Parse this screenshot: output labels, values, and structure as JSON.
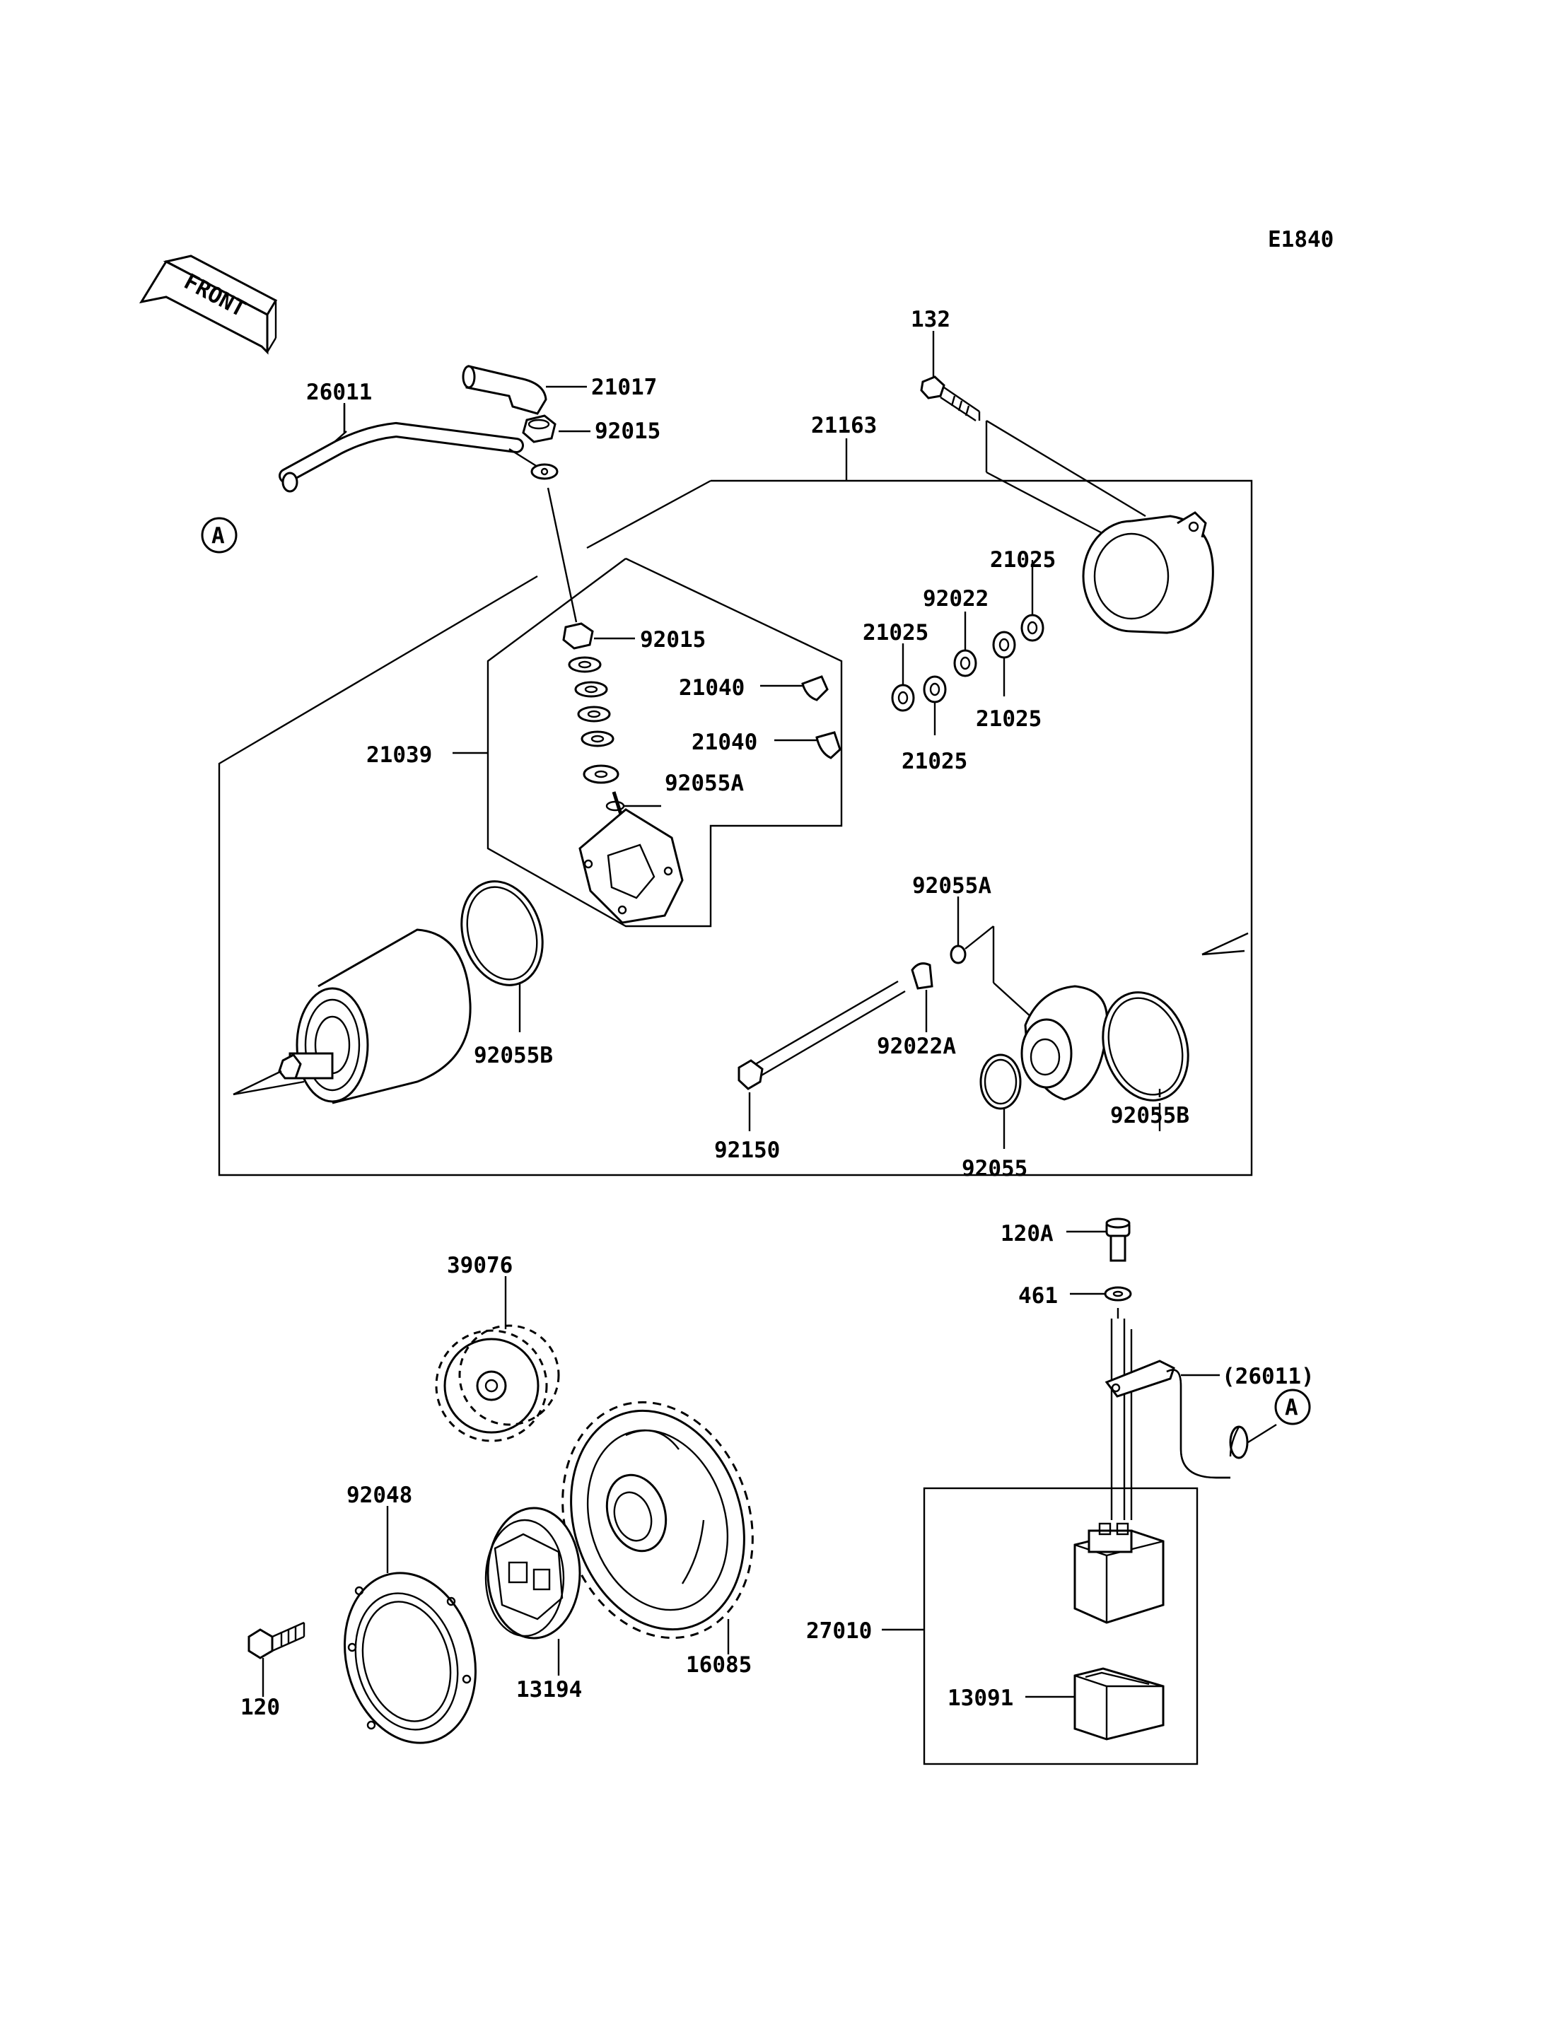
{
  "diagram_id": "E1840",
  "front_label": "FRONT",
  "callouts": {
    "c26011": "26011",
    "c21017": "21017",
    "c92015_top": "92015",
    "c92015_mid": "92015",
    "c21163": "21163",
    "c132": "132",
    "c21025_a": "21025",
    "c92022": "92022",
    "c21025_b": "21025",
    "c21025_c": "21025",
    "c21025_d": "21025",
    "c21040_a": "21040",
    "c21040_b": "21040",
    "c21039": "21039",
    "c92055A_a": "92055A",
    "c92055A_b": "92055A",
    "c92055B_a": "92055B",
    "c92022A": "92022A",
    "c92055B_b": "92055B",
    "c92150": "92150",
    "c92055": "92055",
    "c120A": "120A",
    "c461": "461",
    "c26011_ref": "(26011)",
    "c39076": "39076",
    "c92048": "92048",
    "c120": "120",
    "c13194": "13194",
    "c16085": "16085",
    "c27010": "27010",
    "c13091": "13091"
  },
  "ref_marker": "A",
  "ref_marker_2": "A"
}
